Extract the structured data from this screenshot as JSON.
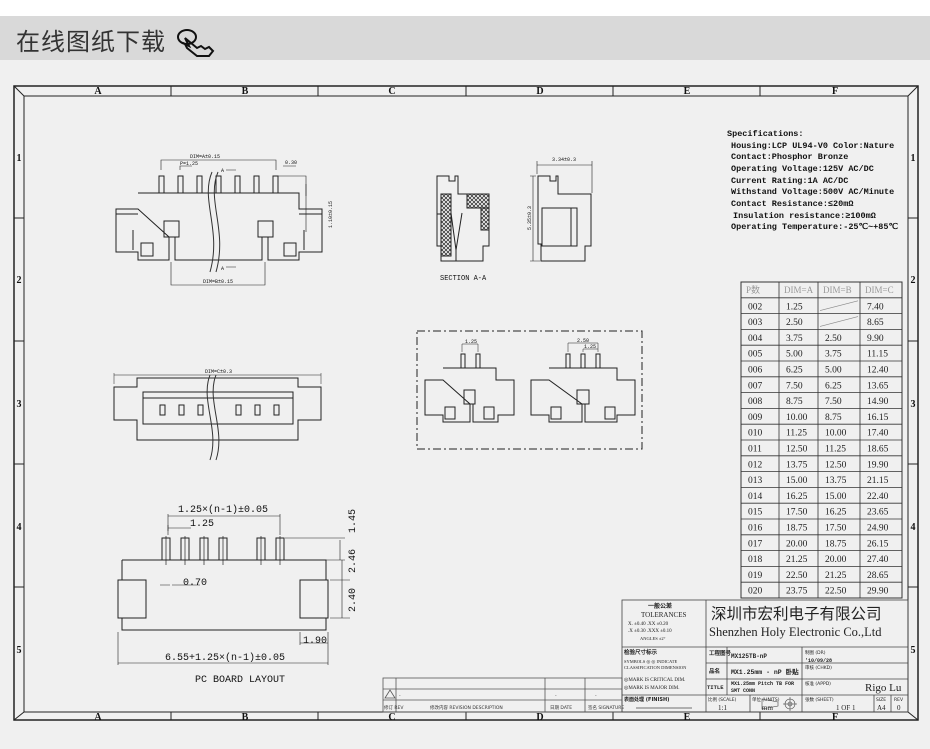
{
  "header": {
    "title": "在线图纸下载",
    "icon": "pointing-hand-icon"
  },
  "frame": {
    "columns": [
      "A",
      "B",
      "C",
      "D",
      "E",
      "F"
    ],
    "rows": [
      "1",
      "2",
      "3",
      "4",
      "5"
    ]
  },
  "specifications": {
    "heading": "Specifications:",
    "lines": [
      "Housing:LCP UL94-V0 Color:Nature",
      "Contact:Phosphor Bronze",
      "Operating Voltage:125V AC/DC",
      "Current Rating:1A AC/DC",
      "Withstand Voltage:500V AC/Minute",
      "Contact Resistance:≤20mΩ",
      "Insulation resistance:≥100mΩ",
      "Operating Temperature:-25℃~+85℃"
    ]
  },
  "front_view": {
    "dim_a": "DIM=A±0.15",
    "pitch": "P=1.25",
    "pin_width": "0.30",
    "height": "1.10±0.15",
    "dim_b": "DIM=B±0.15",
    "section_mark": "A"
  },
  "section_view": {
    "label": "SECTION A-A",
    "width": "3.34±0.3",
    "height": "5.35±0.3"
  },
  "top_view": {
    "dim_c": "DIM=C±0.3"
  },
  "detail_view": {
    "pitch_left": "1.25",
    "pitch_right_outer": "2.50",
    "pitch_right_inner": "1.25"
  },
  "pcb_layout": {
    "title": "PC BOARD LAYOUT",
    "pitch_total": "1.25×(n-1)±0.05",
    "pitch": "1.25",
    "pad_width": "0.70",
    "pad_length": "1.45",
    "pad_offset": "2.46",
    "mount_pad_height": "2.40",
    "mount_pad_width": "1.90",
    "overall": "6.55+1.25×(n-1)±0.05"
  },
  "dim_table": {
    "headers": [
      "P数",
      "DIM=A",
      "DIM=B",
      "DIM=C"
    ],
    "rows": [
      [
        "002",
        "1.25",
        "",
        "7.40"
      ],
      [
        "003",
        "2.50",
        "",
        "8.65"
      ],
      [
        "004",
        "3.75",
        "2.50",
        "9.90"
      ],
      [
        "005",
        "5.00",
        "3.75",
        "11.15"
      ],
      [
        "006",
        "6.25",
        "5.00",
        "12.40"
      ],
      [
        "007",
        "7.50",
        "6.25",
        "13.65"
      ],
      [
        "008",
        "8.75",
        "7.50",
        "14.90"
      ],
      [
        "009",
        "10.00",
        "8.75",
        "16.15"
      ],
      [
        "010",
        "11.25",
        "10.00",
        "17.40"
      ],
      [
        "011",
        "12.50",
        "11.25",
        "18.65"
      ],
      [
        "012",
        "13.75",
        "12.50",
        "19.90"
      ],
      [
        "013",
        "15.00",
        "13.75",
        "21.15"
      ],
      [
        "014",
        "16.25",
        "15.00",
        "22.40"
      ],
      [
        "015",
        "17.50",
        "16.25",
        "23.65"
      ],
      [
        "016",
        "18.75",
        "17.50",
        "24.90"
      ],
      [
        "017",
        "20.00",
        "18.75",
        "26.15"
      ],
      [
        "018",
        "21.25",
        "20.00",
        "27.40"
      ],
      [
        "019",
        "22.50",
        "21.25",
        "28.65"
      ],
      [
        "020",
        "23.75",
        "22.50",
        "29.90"
      ]
    ]
  },
  "title_block": {
    "tolerances_cn": "一般公差",
    "tolerances": "TOLERANCES",
    "tol_line1": "X. ±0.40   .XX ±0.20",
    "tol_line2": ".X ±0.30  .XXX ±0.10",
    "tol_angles": "ANGLES    ±2°",
    "company_cn": "深圳市宏利电子有限公司",
    "company_en": "Shenzhen Holy Electronic Co.,Ltd",
    "inspect_label": "检验尺寸标示",
    "symbols_line1": "SYMBOLS ◎ ◎ INDICATE",
    "symbols_line2": "CLASSIFICATION DIMENSION",
    "critical": "◎MARK IS CRITICAL DIM.",
    "major": "◎MARK IS MAJOR DIM.",
    "finish": "表面处理 (FINISH)",
    "drawing_no_label": "工程图号",
    "drawing_no": "MX125TB-nP",
    "part_name_label": "品名",
    "part_name": "MX1.25mm - nP 卧贴",
    "title_label": "TITLE",
    "title_line1": "MX1.25mm Pitch TB FOR",
    "title_line2": "SMT CONN",
    "drawn_label": "制图 (DR)",
    "drawn_date": "'10/09/28",
    "checked_label": "审核 (CHKD)",
    "approved_label": "核准 (APPD)",
    "approved_by": "Rigo Lu",
    "scale_label": "比例 (SCALE)",
    "scale": "1:1",
    "units_label": "单位 (UNITS)",
    "units": "mm",
    "sheet_label": "张数 (SHEET)",
    "sheet": "1 OF 1",
    "size_label": "SIZE",
    "size": "A4",
    "rev_label": "REV",
    "rev": "0"
  },
  "revision_block": {
    "row_mark": "-",
    "rev_col": "修订 REV",
    "desc_col": "修改内容 REVISION DESCRIPTION",
    "date_col": "日期 DATE",
    "sign_col": "签名 SIGNATURE",
    "date_val": "-",
    "sign_val": "-"
  }
}
